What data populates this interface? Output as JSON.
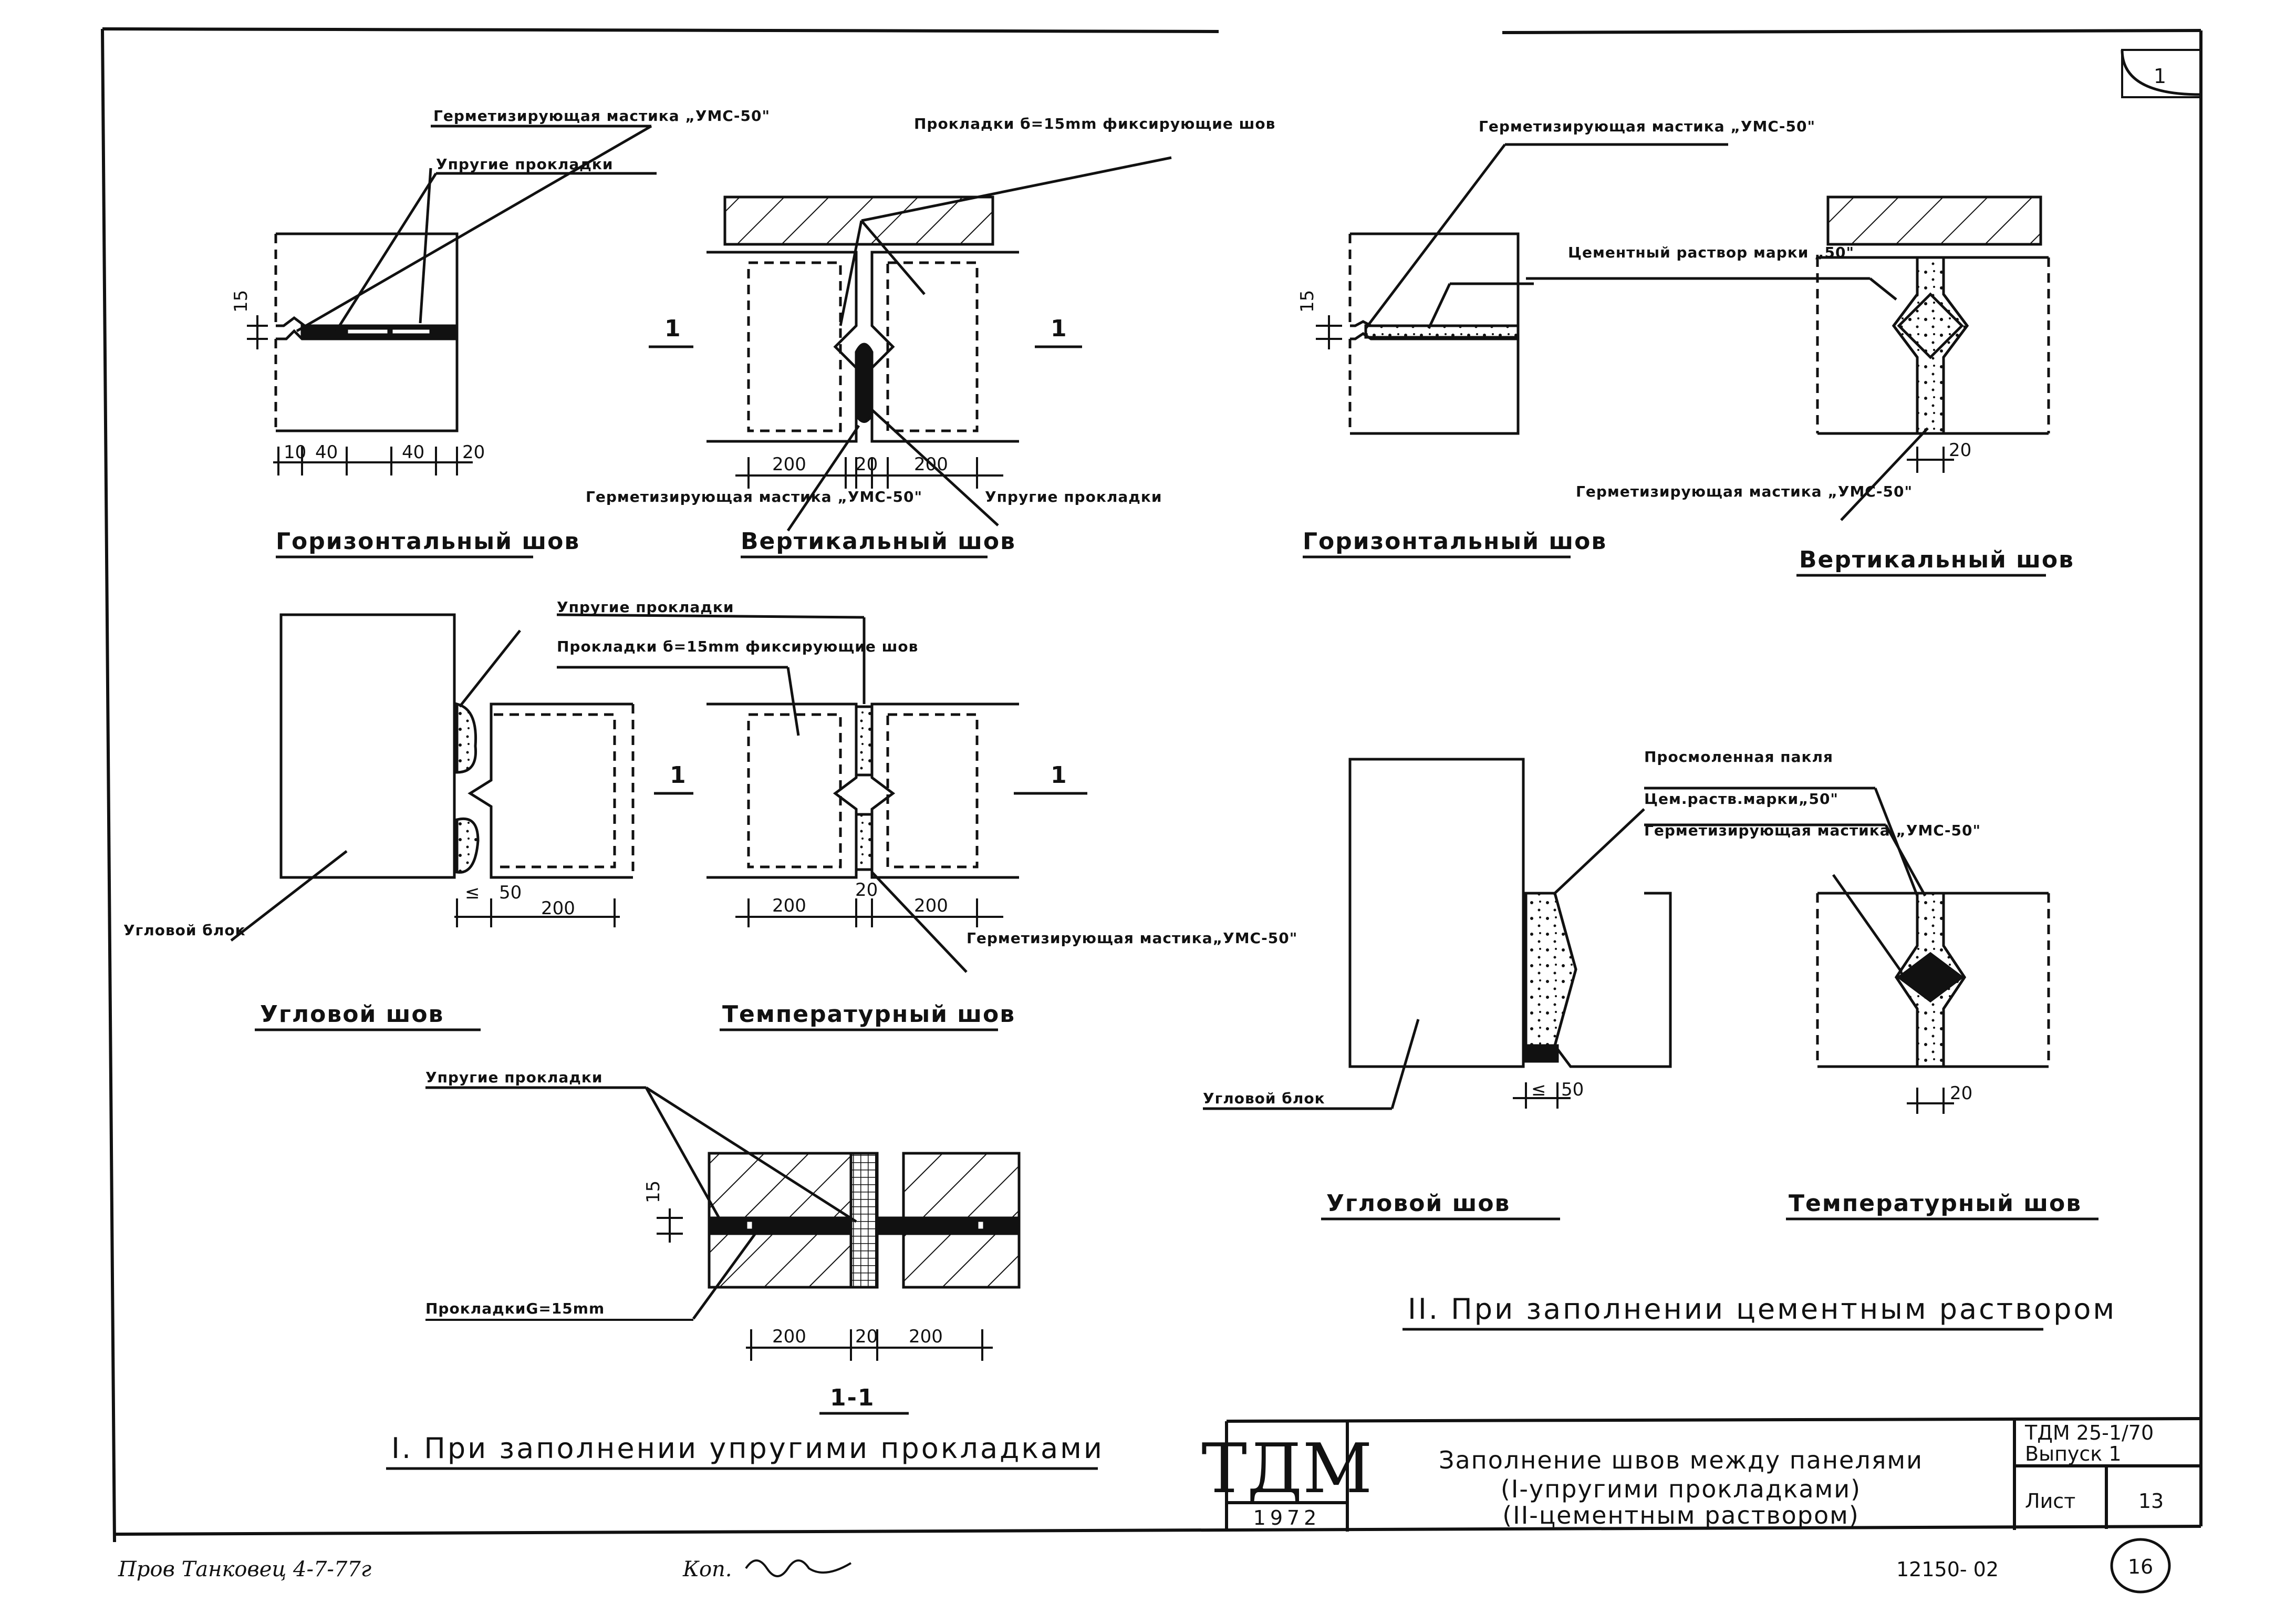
{
  "sheet_number": "1",
  "page_number": "16",
  "doc_code": "12150- 02",
  "signature_left": "Пров  Танковец 4-7-77г",
  "signature_mid": "Коп.",
  "section_I": {
    "title": "I.  При заполнении упругими прокладками",
    "horizontal": {
      "caption": "Горизонтальный шов",
      "label_sealant": "Герметизирующая мастика „УМС-50\"",
      "label_pads": "Упругие прокладки",
      "dim_15": "15",
      "dims": [
        "10",
        "40",
        "40",
        "20"
      ]
    },
    "vertical": {
      "caption": "Вертикальный шов",
      "label_pads_fix": "Прокладки б=15mm фиксирующие шов",
      "label_sealant": "Герметизирующая мастика „УМС-50\"",
      "label_pads": "Упругие прокладки",
      "cut_mark": "1",
      "dims": [
        "200",
        "20",
        "200"
      ]
    },
    "corner": {
      "caption": "Угловой шов",
      "label_block": "Угловой блок",
      "dims": [
        "≤",
        "50",
        "200"
      ]
    },
    "temperature": {
      "caption": "Температурный шов",
      "label_pads": "Упругие прокладки",
      "label_pads_fix": "Прокладки б=15mm фиксирующие шов",
      "label_sealant": "Герметизирующая мастика„УМС-50\"",
      "cut_mark": "1",
      "dims": [
        "200",
        "20",
        "200"
      ]
    },
    "section_1_1": {
      "caption": "1-1",
      "label_pads": "Упругие прокладки",
      "label_pads_fix": "ПрокладкиG=15mm",
      "dim_15": "15",
      "dims": [
        "200",
        "20",
        "200"
      ]
    }
  },
  "section_II": {
    "title": "II.  При заполнении цементным раствором",
    "horizontal": {
      "caption": "Горизонтальный шов",
      "label_sealant": "Герметизирующая мастика „УМС-50\"",
      "label_mortar": "Цементный раствор марки „50\"",
      "dim_15": "15"
    },
    "vertical": {
      "caption": "Вертикальный шов",
      "label_sealant": "Герметизирующая мастика „УМС-50\"",
      "dims": [
        "20"
      ]
    },
    "corner": {
      "caption": "Угловой шов",
      "label_block": "Угловой блок",
      "dims": [
        "≤",
        "50"
      ]
    },
    "temperature": {
      "caption": "Температурный шов",
      "label_tow": "Просмоленная пакля",
      "label_mortar": "Цем.раств.марки„50\"",
      "label_sealant": "Герметизирующая мастика „УМС-50\"",
      "dims": [
        "20"
      ]
    }
  },
  "title_block": {
    "stamp": "ТДМ",
    "year": "1972",
    "title_line1": "Заполнение швов между панелями",
    "title_line2": "(I-упругими прокладками)",
    "title_line3": "(II-цементным раствором)",
    "code": "ТДМ 25-1/70",
    "issue": "Выпуск 1",
    "sheet_label": "Лист",
    "sheet_value": "13"
  }
}
